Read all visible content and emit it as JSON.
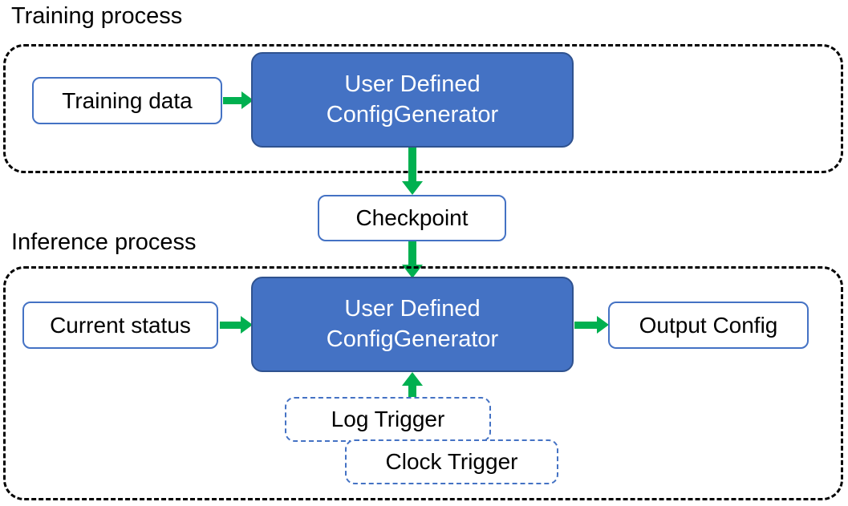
{
  "diagram": {
    "title_training": "Training process",
    "title_inference": "Inference process",
    "training": {
      "input_box": "Training data",
      "process_line1": "User Defined",
      "process_line2": "ConfigGenerator"
    },
    "checkpoint": {
      "label": "Checkpoint"
    },
    "inference": {
      "input_box": "Current status",
      "process_line1": "User Defined",
      "process_line2": "ConfigGenerator",
      "output_box": "Output Config",
      "trigger_log": "Log Trigger",
      "trigger_clock": "Clock Trigger"
    }
  },
  "colors": {
    "process_fill": "#4472C4",
    "process_border": "#2F528F",
    "arrow": "#00B050",
    "box_border": "#4472C4",
    "container_border": "#000000",
    "text_dark": "#000000",
    "text_light": "#FFFFFF"
  }
}
